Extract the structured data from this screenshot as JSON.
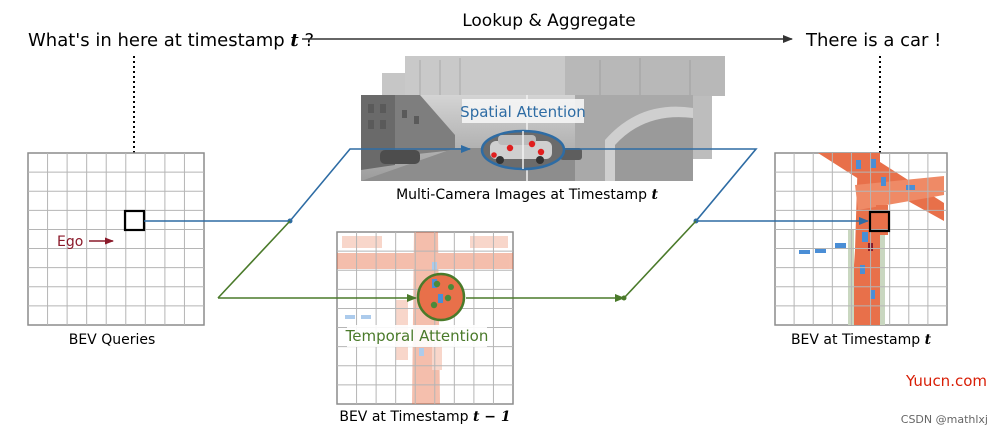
{
  "top": {
    "question": "What's in here at timestamp",
    "question_var": "t",
    "question_mark": "?",
    "arrow_label": "Lookup & Aggregate",
    "answer": "There is a car !"
  },
  "panels": {
    "bev_queries": {
      "caption": "BEV Queries",
      "ego_label": "Ego"
    },
    "camera": {
      "caption": "Multi-Camera Images at Timestamp",
      "caption_var": "t",
      "attention_label": "Spatial Attention"
    },
    "bev_prev": {
      "caption": "BEV at Timestamp",
      "caption_var": "t − 1",
      "attention_label": "Temporal Attention"
    },
    "bev_now": {
      "caption": "BEV at Timestamp",
      "caption_var": "t"
    }
  },
  "watermarks": {
    "site": "Yuucn.com",
    "credit": "CSDN @mathlxj"
  },
  "colors": {
    "spatial_blue": "#2e6ca4",
    "temporal_green": "#4a7a2a",
    "ego_red": "#8a1a2a",
    "road_orange": "#e8704a",
    "grid_gray": "#9a9a9a",
    "watermark_red": "#d81e06"
  }
}
